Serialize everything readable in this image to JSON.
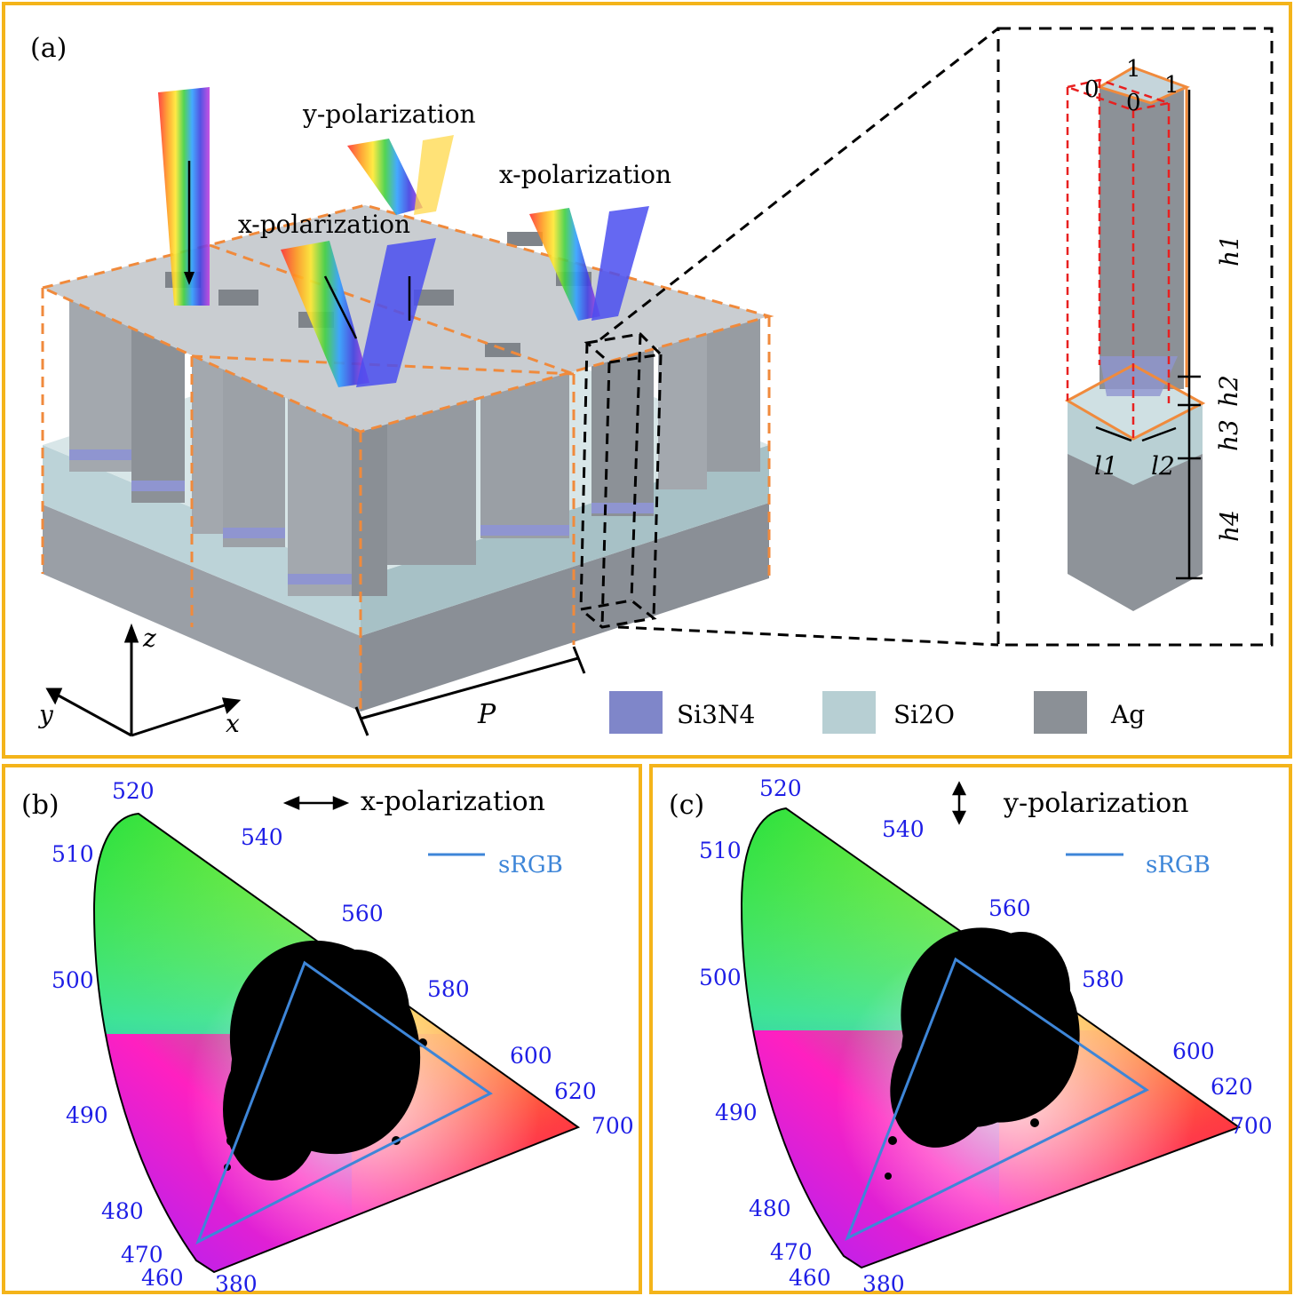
{
  "panel_a": {
    "label": "(a)",
    "y_polarization": "y-polarization",
    "x_polarization_mid": "x-polarization",
    "x_polarization_right": "x-polarization",
    "period": "P",
    "axes": {
      "z": "z",
      "y": "y",
      "x": "x"
    },
    "unit_cell": {
      "corner_labels": [
        "1",
        "0",
        "1",
        "0"
      ],
      "heights": [
        "h1",
        "h2",
        "h3",
        "h4"
      ],
      "lengths": [
        "l1",
        "l2"
      ]
    },
    "legend": [
      {
        "name": "Si3N4",
        "color": "#7f86c9"
      },
      {
        "name": "Si2O",
        "color": "#b7cfd3"
      },
      {
        "name": "Ag",
        "color": "#8b9096"
      }
    ]
  },
  "panel_b": {
    "label": "(b)",
    "polarization": "x-polarization",
    "legend": "sRGB",
    "wavelengths": [
      "520",
      "540",
      "510",
      "560",
      "500",
      "580",
      "600",
      "620",
      "490",
      "700",
      "480",
      "470",
      "460",
      "380"
    ]
  },
  "panel_c": {
    "label": "(c)",
    "polarization": "y-polarization",
    "legend": "sRGB",
    "wavelengths": [
      "520",
      "540",
      "510",
      "560",
      "500",
      "580",
      "600",
      "620",
      "490",
      "700",
      "480",
      "470",
      "460",
      "380"
    ]
  },
  "colors": {
    "frame": "#f4b41a",
    "srgb": "#3e86d8",
    "dashed_orange": "#f08a3c",
    "wavelength_text": "#1e1ee6"
  }
}
